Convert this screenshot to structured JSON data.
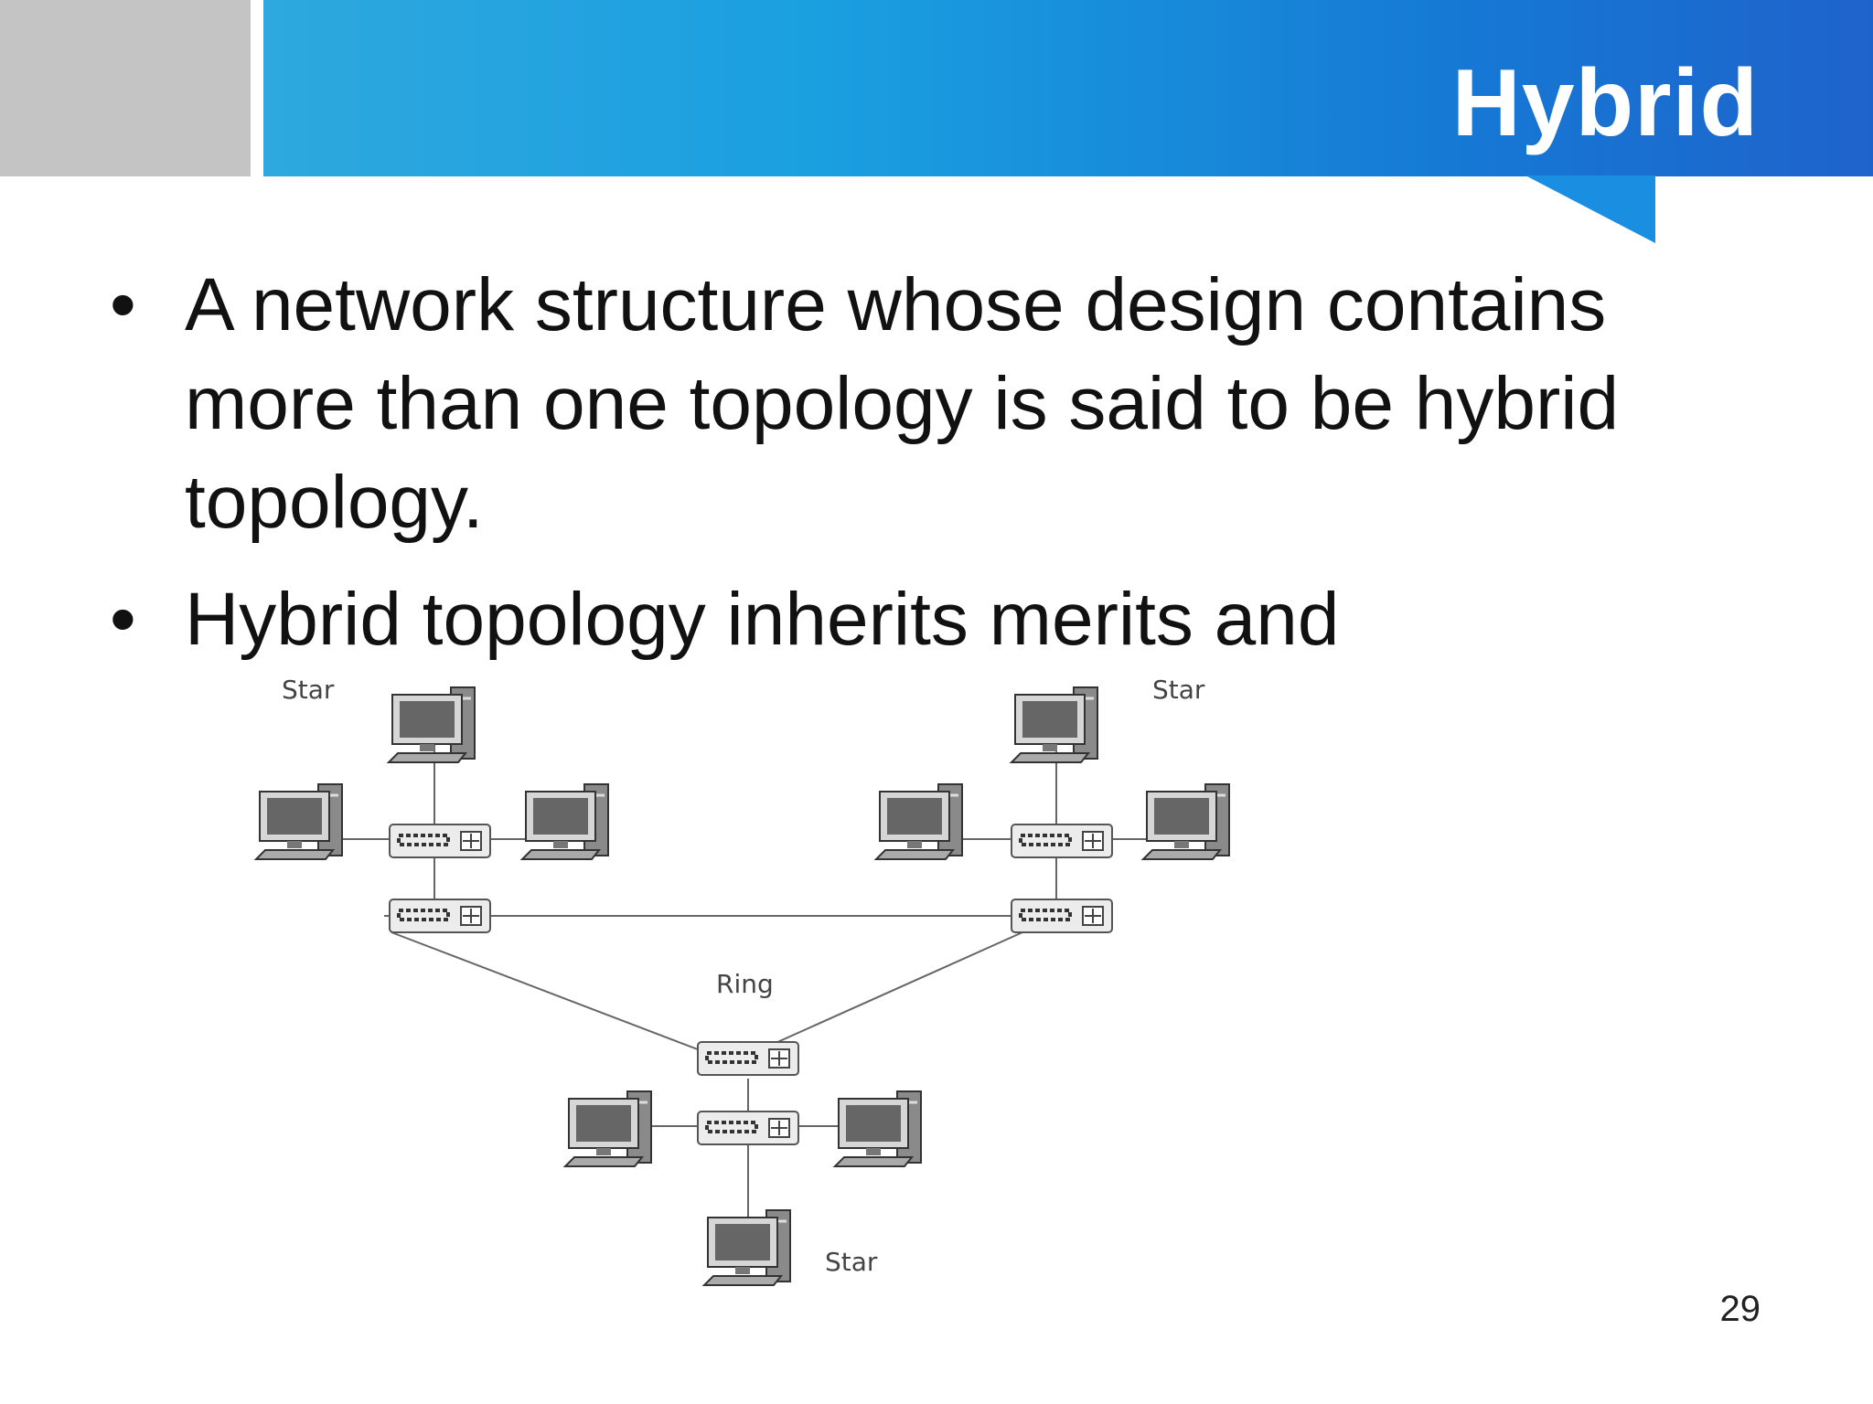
{
  "slide": {
    "title": "Hybrid",
    "page_number": "29",
    "bullets": [
      "A network structure whose design contains more than one topology is said to be hybrid topology.",
      "Hybrid topology inherits merits and"
    ]
  },
  "diagram": {
    "labels": {
      "star_top_left": "Star",
      "star_top_right": "Star",
      "ring": "Ring",
      "star_bottom": "Star"
    }
  },
  "colors": {
    "header_gray": "#c4c4c4",
    "header_blue": "#1a9fe0",
    "title_text": "#ffffff",
    "body_text": "#111111"
  }
}
